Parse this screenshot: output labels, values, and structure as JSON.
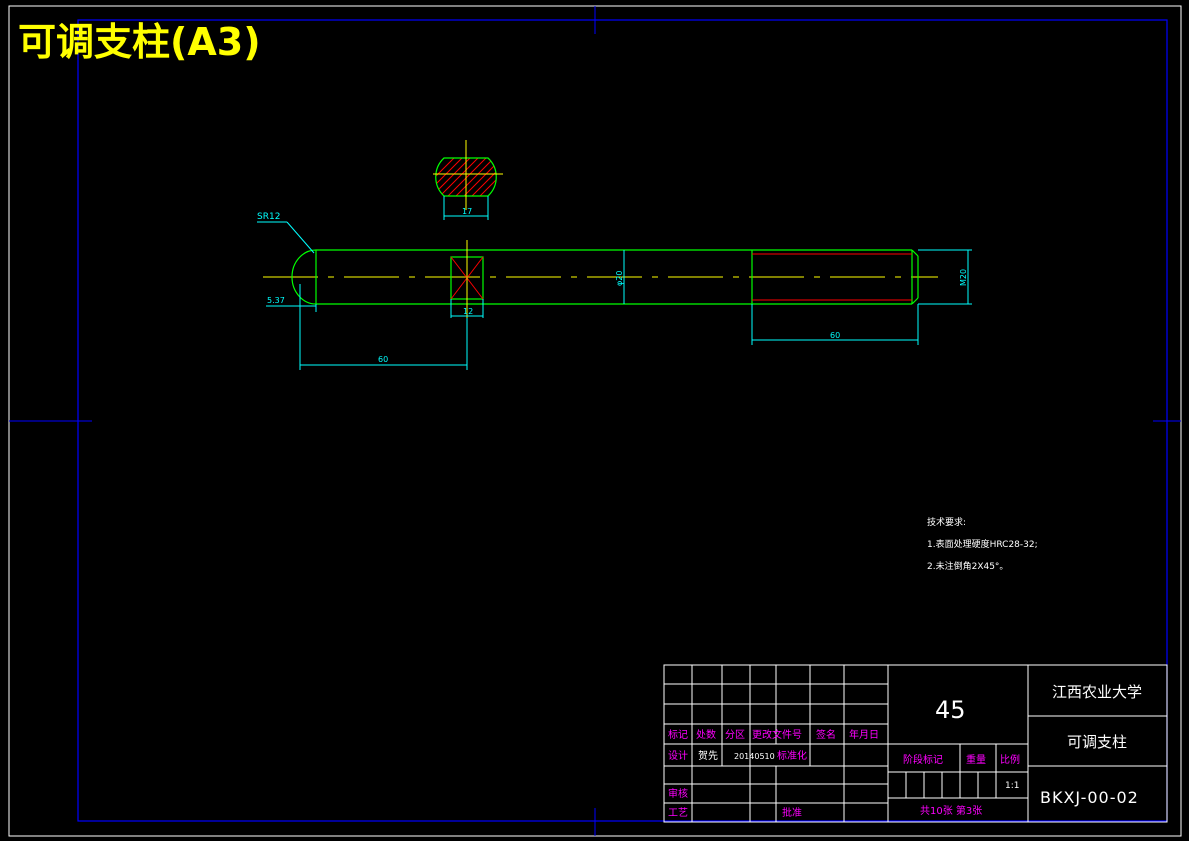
{
  "title": "可调支柱(A3)",
  "colors": {
    "background": "#000000",
    "frame": "#ffffff",
    "border": "#0000ff",
    "part": "#00ff00",
    "hatch": "#ff0000",
    "centerline": "#ffff00",
    "dimension": "#00ffff",
    "table_label": "#ff00ff",
    "table_text": "#ffffff",
    "title_color": "#ffff00"
  },
  "dimensions": {
    "sr": "SR12",
    "section_width": "17",
    "offset": "5.37",
    "square": "12",
    "left_length": "60",
    "right_length": "60",
    "diameter": "φ20",
    "thread": "M20"
  },
  "notes": {
    "heading": "技术要求:",
    "line1": "1.表面处理硬度HRC28-32;",
    "line2": "2.未注倒角2X45°。"
  },
  "title_block": {
    "header": {
      "mark": "标记",
      "count": "处数",
      "zone": "分区",
      "change_doc": "更改文件号",
      "signature": "签名",
      "date": "年月日"
    },
    "design_label": "设计",
    "designer": "贺先",
    "design_date": "20140510",
    "standardize": "标准化",
    "review": "审核",
    "process": "工艺",
    "approve": "批准",
    "material": "45",
    "stage_mark": "阶段标记",
    "weight": "重量",
    "scale_label": "比例",
    "scale": "1:1",
    "sheets": "共10张 第3张",
    "school": "江西农业大学",
    "part_name": "可调支柱",
    "drawing_no": "BKXJ-00-02"
  }
}
